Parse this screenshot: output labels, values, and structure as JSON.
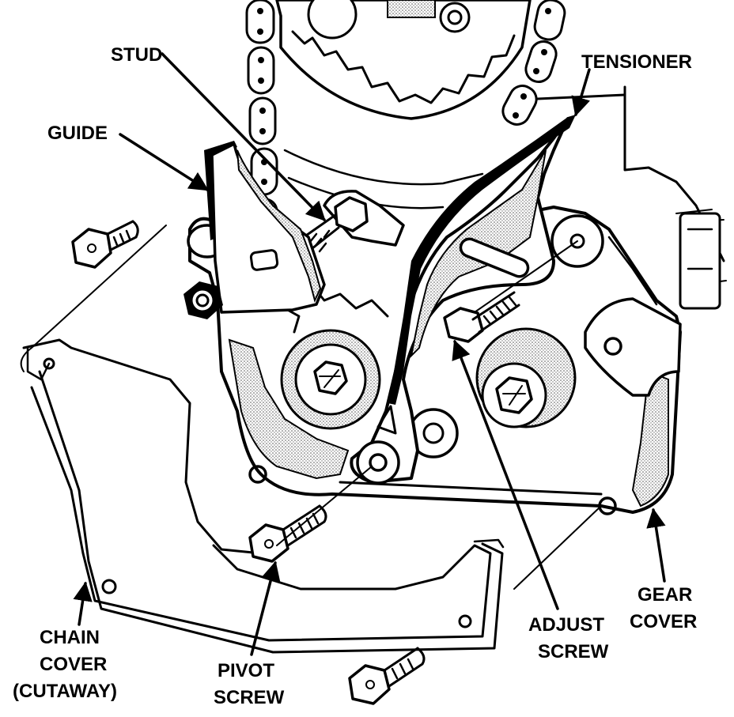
{
  "diagram": {
    "labels": {
      "stud": "STUD",
      "tensioner": "TENSIONER",
      "guide": "GUIDE",
      "gear_cover_line1": "GEAR",
      "gear_cover_line2": "COVER",
      "adjust_screw_line1": "ADJUST",
      "adjust_screw_line2": "SCREW",
      "pivot_screw_line1": "PIVOT",
      "pivot_screw_line2": "SCREW",
      "chain_cover_line1": "CHAIN",
      "chain_cover_line2": "COVER",
      "chain_cover_line3": "(CUTAWAY)"
    },
    "colors": {
      "ink": "#000000",
      "paper": "#ffffff",
      "stipple": "#6b6b6b"
    }
  }
}
